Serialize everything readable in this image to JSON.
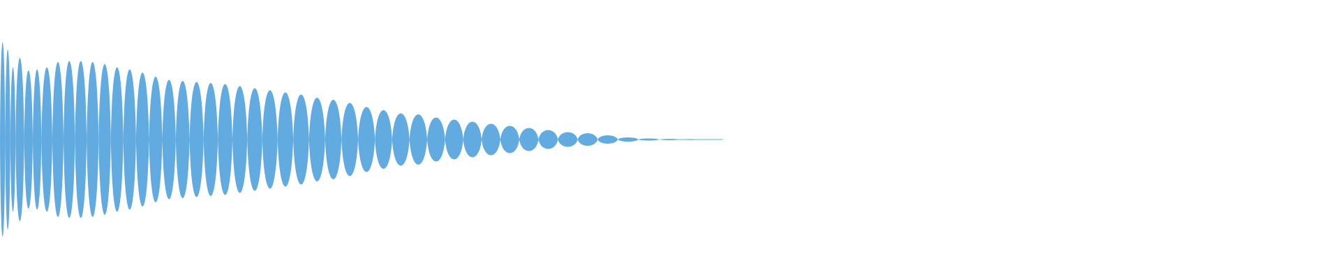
{
  "waveform": {
    "color": "#62ABE0",
    "background": "#FFFFFF",
    "visible_duration_fraction": 0.5395,
    "lobe_peak_levels": [
      0.93,
      0.86,
      0.69,
      0.78,
      0.66,
      0.67,
      0.69,
      0.74,
      0.75,
      0.75,
      0.74,
      0.72,
      0.69,
      0.67,
      0.64,
      0.6,
      0.57,
      0.56,
      0.55,
      0.54,
      0.53,
      0.51,
      0.49,
      0.47,
      0.45,
      0.43,
      0.4,
      0.38,
      0.35,
      0.31,
      0.28,
      0.25,
      0.24,
      0.21,
      0.19,
      0.17,
      0.15,
      0.13,
      0.11,
      0.09,
      0.07,
      0.06,
      0.04,
      0.02,
      0.01,
      0.006,
      0.004,
      0.003
    ]
  }
}
